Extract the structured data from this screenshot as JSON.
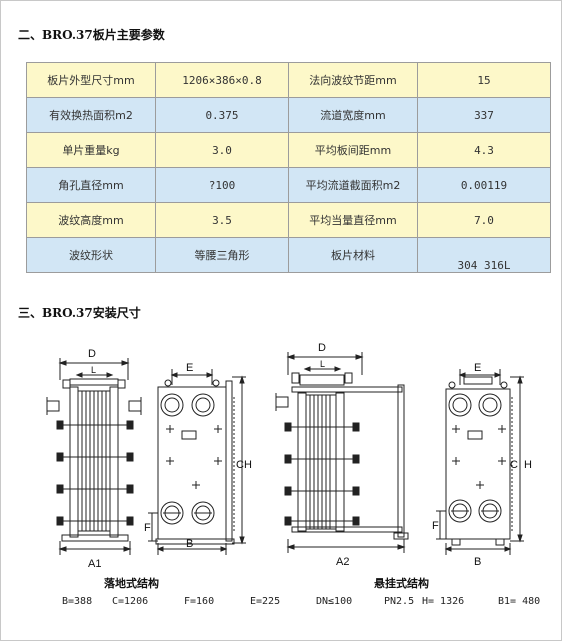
{
  "section1": {
    "title": "二、BRO.37板片主要参数"
  },
  "params": [
    {
      "label_a": "板片外型尺寸mm",
      "value_a": "1206×386×0.8",
      "label_b": "法向波纹节距mm",
      "value_b": "15"
    },
    {
      "label_a": "有效换热面积m2",
      "value_a": "0.375",
      "label_b": "流道宽度mm",
      "value_b": "337"
    },
    {
      "label_a": "单片重量kg",
      "value_a": "3.0",
      "label_b": "平均板间距mm",
      "value_b": "4.3"
    },
    {
      "label_a": "角孔直径mm",
      "value_a": "?100",
      "label_b": "平均流道截面积m2",
      "value_b": "0.00119"
    },
    {
      "label_a": "波纹高度mm",
      "value_a": "3.5",
      "label_b": "平均当量直径mm",
      "value_b": "7.0"
    },
    {
      "label_a": "波纹形状",
      "value_a": "等腰三角形",
      "label_b": "板片材料",
      "value_b": "304  316L"
    }
  ],
  "section2": {
    "title": "三、BRO.37安装尺寸"
  },
  "drawing_labels": {
    "D": "D",
    "L": "L",
    "E": "E",
    "C": "C",
    "H": "H",
    "F": "F",
    "B": "B",
    "A1": "A1",
    "A2": "A2"
  },
  "captions": {
    "left": "落地式结构",
    "right": "悬挂式结构"
  },
  "specs": {
    "b": "B=388",
    "c": "C=1206",
    "f": "F=160",
    "e": "E=225",
    "dn": "DN≤100",
    "pn": "PN2.5",
    "h": "H= 1326",
    "b1": "B1= 480"
  }
}
